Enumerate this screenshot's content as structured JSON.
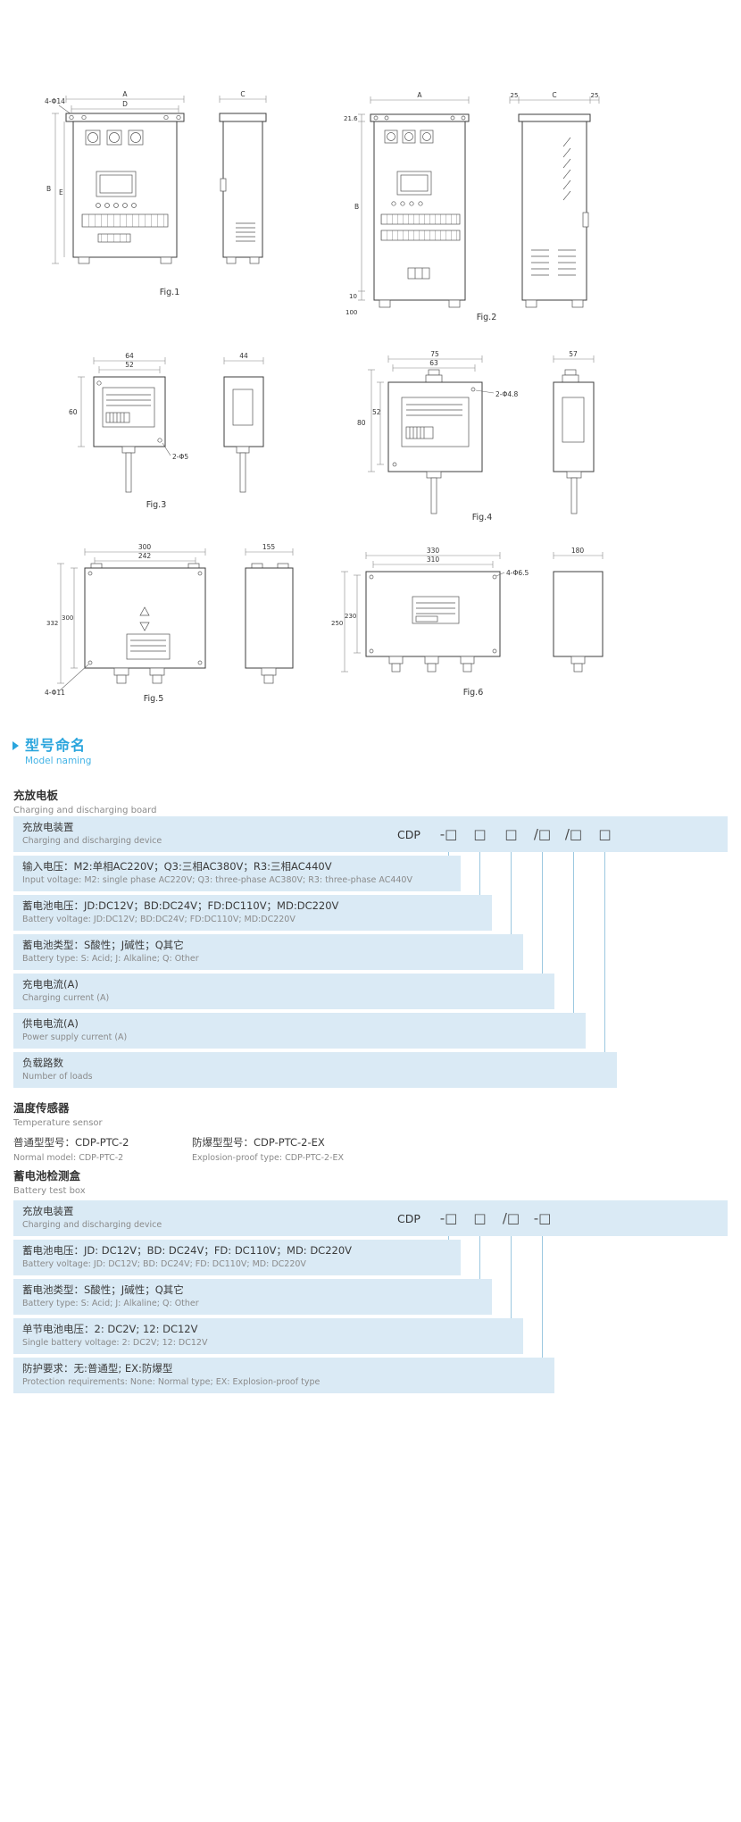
{
  "figures": {
    "fig1": {
      "caption": "Fig.1",
      "holes": "4-Φ14",
      "dim_a": "A",
      "dim_d": "D",
      "dim_c": "C",
      "dim_b": "B",
      "dim_e": "E"
    },
    "fig2": {
      "caption": "Fig.2",
      "dim_a": "A",
      "dim_21_6": "21.6",
      "dim_b": "B",
      "dim_10": "10",
      "dim_100": "100",
      "dim_25_left": "25",
      "dim_c": "C",
      "dim_25_right": "25"
    },
    "fig3": {
      "caption": "Fig.3",
      "dim_64": "64",
      "dim_52": "52",
      "dim_60": "60",
      "holes": "2-Φ5",
      "dim_44": "44"
    },
    "fig4": {
      "caption": "Fig.4",
      "dim_75": "75",
      "dim_63": "63",
      "dim_80": "80",
      "dim_52": "52",
      "holes": "2-Φ4.8",
      "dim_57": "57"
    },
    "fig5": {
      "caption": "Fig.5",
      "dim_300_top": "300",
      "dim_242": "242",
      "dim_332": "332",
      "dim_300_left": "300",
      "holes": "4-Φ11",
      "dim_155": "155"
    },
    "fig6": {
      "caption": "Fig.6",
      "dim_330": "330",
      "dim_310": "310",
      "dim_250": "250",
      "dim_230": "230",
      "holes": "4-Φ6.5",
      "dim_180": "180"
    }
  },
  "model_naming": {
    "title_zh": "型号命名",
    "title_en": "Model naming",
    "board": {
      "heading_zh": "充放电板",
      "heading_en": "Charging and discharging board",
      "prefix": "CDP",
      "boxes": [
        "-□",
        "□",
        "□",
        "/□",
        "/□",
        "□"
      ],
      "rows": [
        {
          "zh": "充放电装置",
          "en": "Charging and discharging device"
        },
        {
          "zh": "输入电压：M2:单相AC220V；Q3:三相AC380V；R3:三相AC440V",
          "en": "Input voltage: M2: single phase AC220V; Q3: three-phase AC380V; R3: three-phase AC440V"
        },
        {
          "zh": "蓄电池电压：JD:DC12V；BD:DC24V；FD:DC110V；MD:DC220V",
          "en": "Battery voltage: JD:DC12V; BD:DC24V; FD:DC110V; MD:DC220V"
        },
        {
          "zh": "蓄电池类型：S酸性；J碱性；Q其它",
          "en": "Battery type: S: Acid; J: Alkaline; Q: Other"
        },
        {
          "zh": "充电电流(A)",
          "en": "Charging current (A)"
        },
        {
          "zh": "供电电流(A)",
          "en": "Power supply current (A)"
        },
        {
          "zh": "负载路数",
          "en": "Number of loads"
        }
      ]
    },
    "sensor": {
      "heading_zh": "温度传感器",
      "heading_en": "Temperature sensor",
      "normal_zh": "普通型型号：CDP-PTC-2",
      "explosion_zh": "防爆型型号：CDP-PTC-2-EX",
      "normal_en": "Normal model: CDP-PTC-2",
      "explosion_en": "Explosion-proof type: CDP-PTC-2-EX"
    },
    "test_box": {
      "heading_zh": "蓄电池检测盒",
      "heading_en": "Battery test box",
      "prefix": "CDP",
      "boxes": [
        "-□",
        "□",
        "/□",
        "-□"
      ],
      "rows": [
        {
          "zh": "充放电装置",
          "en": "Charging and discharging device"
        },
        {
          "zh": "蓄电池电压：JD: DC12V；BD: DC24V；FD: DC110V；MD: DC220V",
          "en": "Battery voltage: JD: DC12V; BD: DC24V; FD: DC110V; MD: DC220V"
        },
        {
          "zh": "蓄电池类型：S酸性；J碱性；Q其它",
          "en": "Battery type: S: Acid; J: Alkaline; Q: Other"
        },
        {
          "zh": "单节电池电压：2: DC2V; 12: DC12V",
          "en": "Single battery voltage: 2: DC2V; 12: DC12V"
        },
        {
          "zh": "防护要求：无:普通型; EX:防爆型",
          "en": "Protection requirements: None: Normal type; EX: Explosion-proof type"
        }
      ]
    }
  }
}
